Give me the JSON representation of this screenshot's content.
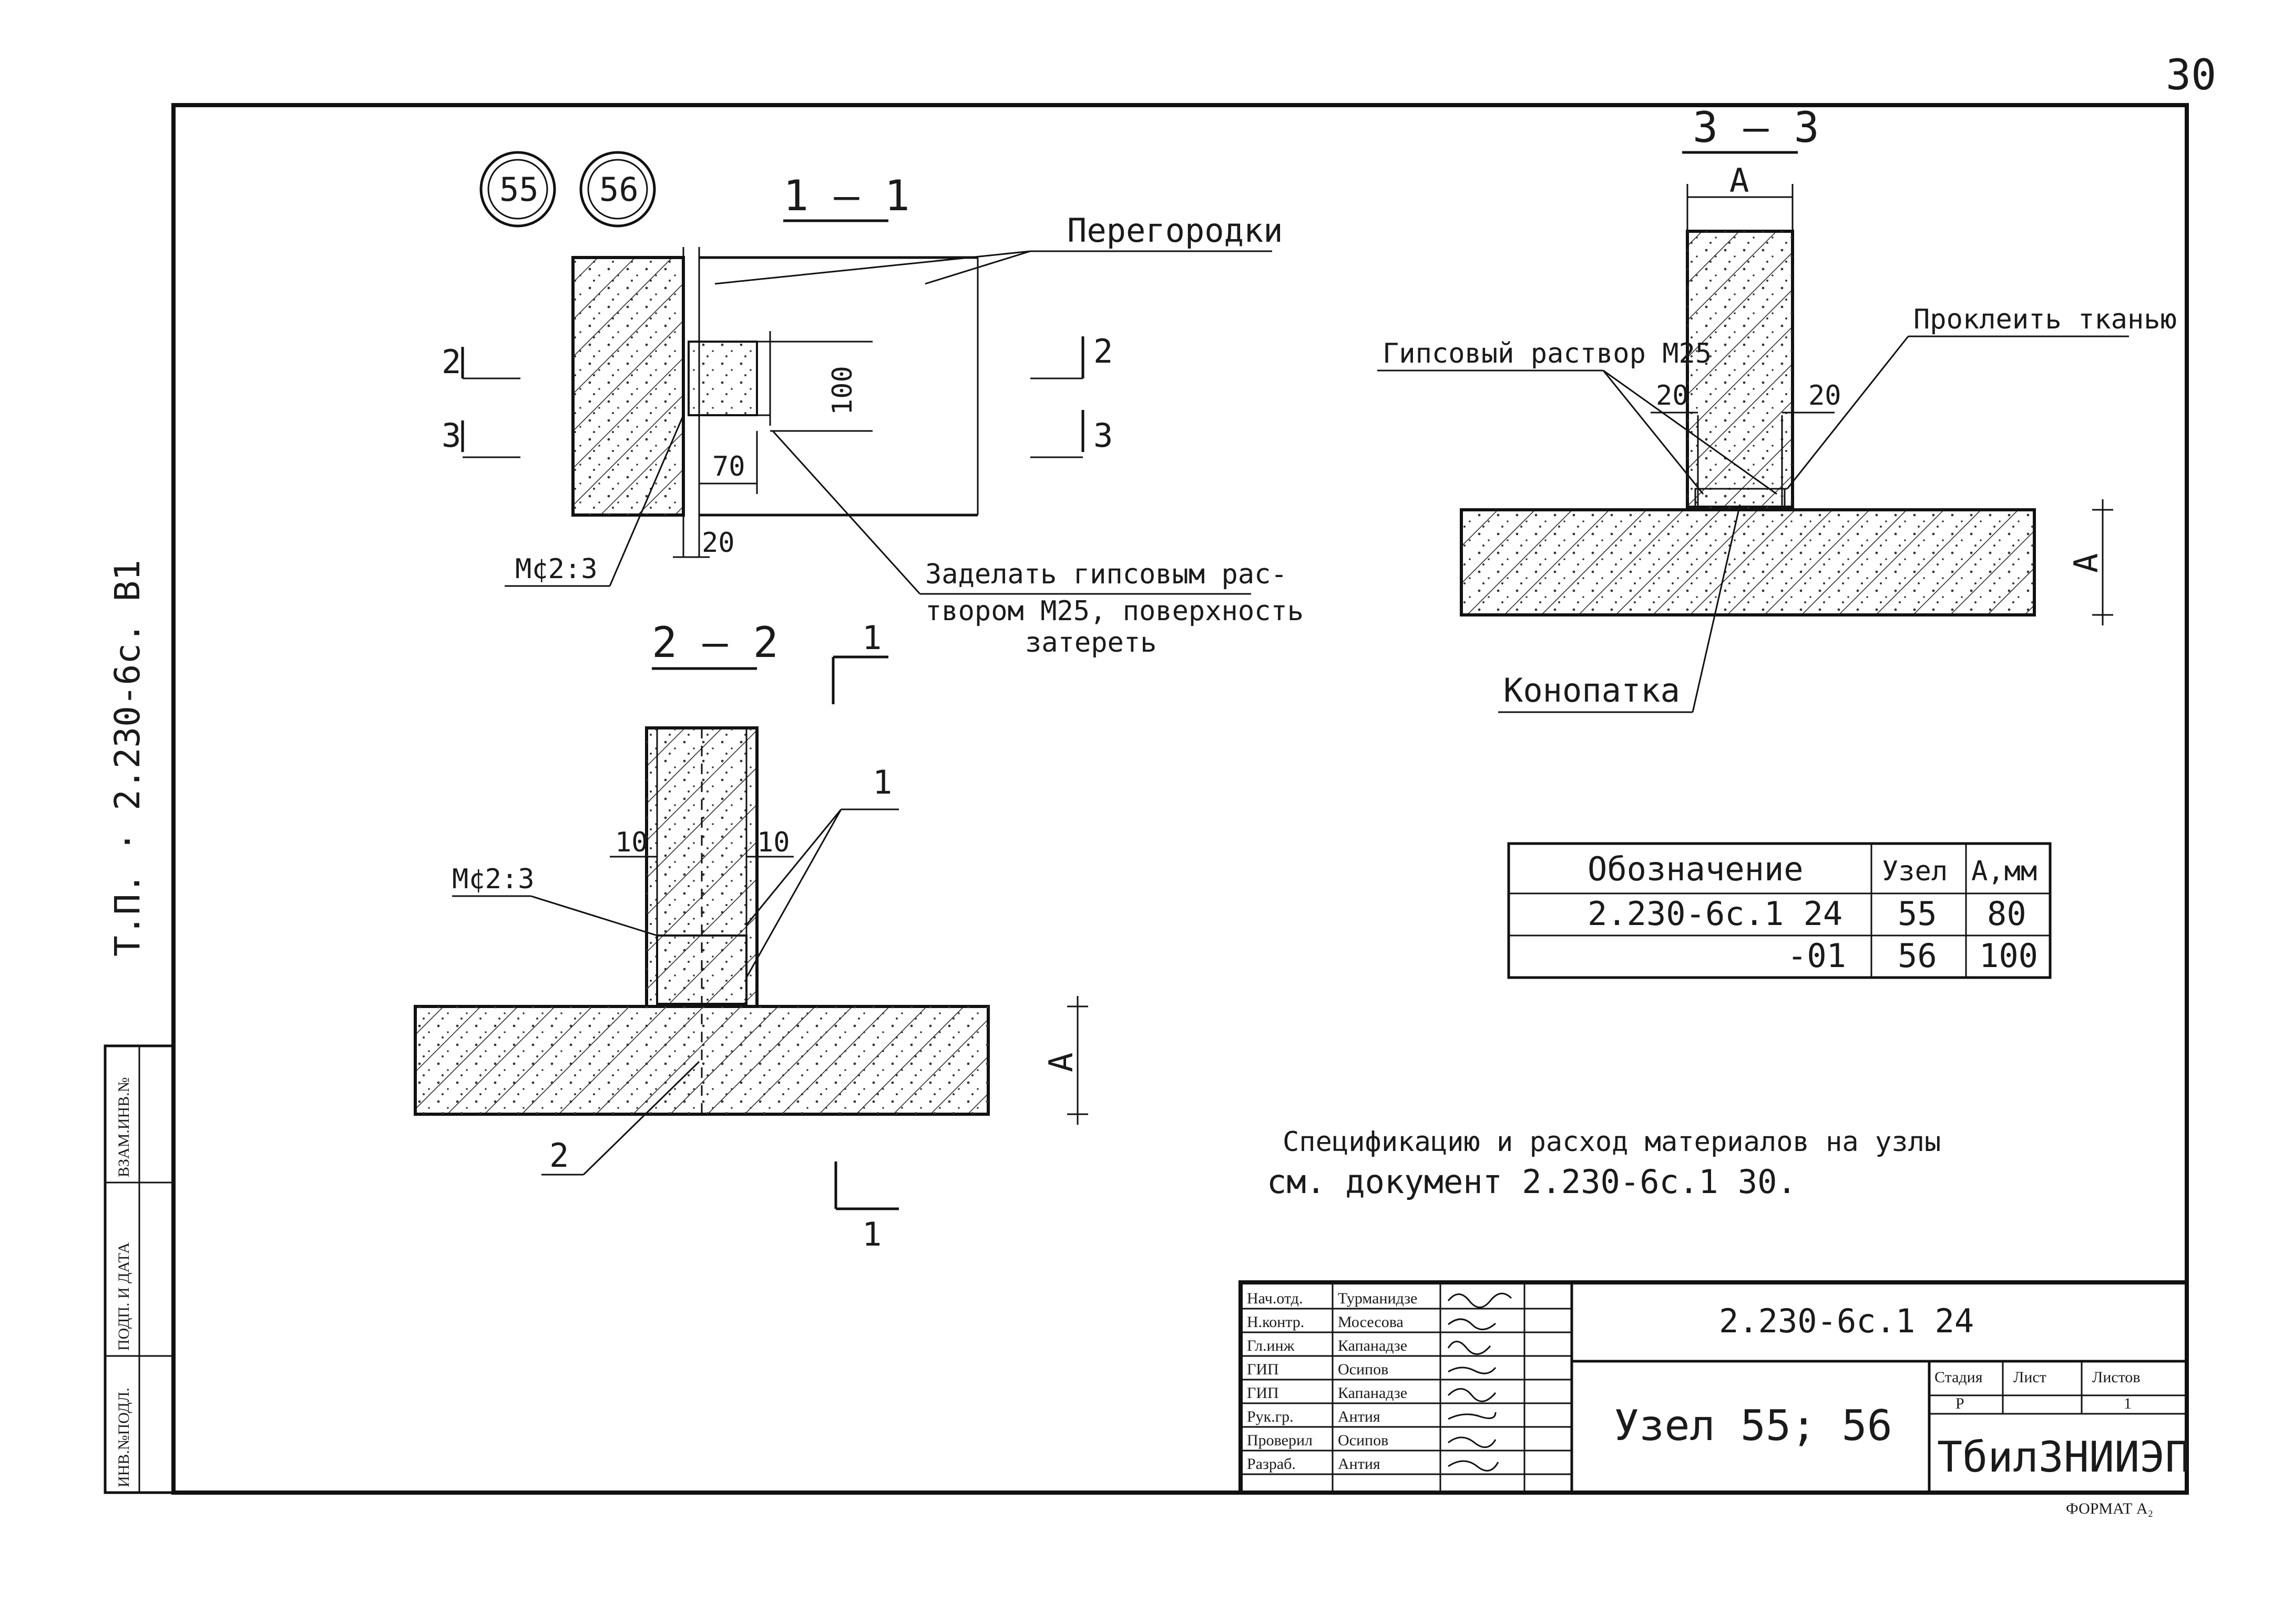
{
  "sheet": {
    "page_number": "30",
    "side_stamp": "Т.П. · 2.230-6с. В1",
    "format_label": "ФОРМАТ А₂",
    "side_table": [
      "ИНВ.№ПОДЛ.",
      "ПОДП. И ДАТА",
      "ВЗАМ.ИНВ.№"
    ]
  },
  "markers": [
    "55",
    "56"
  ],
  "section_1_1": {
    "title": "1 — 1",
    "partitions_label": "Перегородки",
    "dim_100": "100",
    "dim_70": "70",
    "dim_20": "20",
    "cut_2": "2",
    "cut_3": "3",
    "mortar_label": "М¢2:3",
    "note_line1": "Заделать гипсовым рас-",
    "note_line2": "твором М25, поверхность",
    "note_line3": "затереть"
  },
  "section_2_2": {
    "title": "2 — 2",
    "cut_1": "1",
    "dim_10_left": "10",
    "dim_10_right": "10",
    "callout_1": "1",
    "callout_2": "2",
    "mortar_label": "М¢2:3",
    "dim_A": "А"
  },
  "section_3_3": {
    "title": "3 — 3",
    "dim_A_top": "А",
    "dim_A_side": "А",
    "mortar_label": "Гипсовый раствор М25",
    "tape_label": "Проклеить тканью",
    "dim_20_left": "20",
    "dim_20_right": "20",
    "caulk_label": "Конопатка"
  },
  "spec_table": {
    "headers": [
      "Обозначение",
      "Узел",
      "А,мм"
    ],
    "rows": [
      [
        "2.230-6с.1 24",
        "55",
        "80"
      ],
      [
        "-01",
        "56",
        "100"
      ]
    ]
  },
  "spec_note": {
    "line1": "Спецификацию и расход материалов на узлы",
    "line2": "см. документ 2.230-6с.1 30."
  },
  "title_block": {
    "signatures": [
      {
        "role": "Нач.отд.",
        "name": "Турманидзе"
      },
      {
        "role": "Н.контр.",
        "name": "Мосесова"
      },
      {
        "role": "Гл.инж",
        "name": "Капанадзе"
      },
      {
        "role": "ГИП",
        "name": "Осипов"
      },
      {
        "role": "ГИП",
        "name": "Капанадзе"
      },
      {
        "role": "Рук.гр.",
        "name": "Антия"
      },
      {
        "role": "Проверил",
        "name": "Осипов"
      },
      {
        "role": "Разраб.",
        "name": "Антия"
      }
    ],
    "doc_code": "2.230-6с.1 24",
    "drawing_title": "Узел 55; 56",
    "stage_header": "Стадия",
    "sheet_header": "Лист",
    "sheets_header": "Листов",
    "stage_value": "Р",
    "sheets_value": "1",
    "organization": "ТбилЗНИИЭП"
  }
}
